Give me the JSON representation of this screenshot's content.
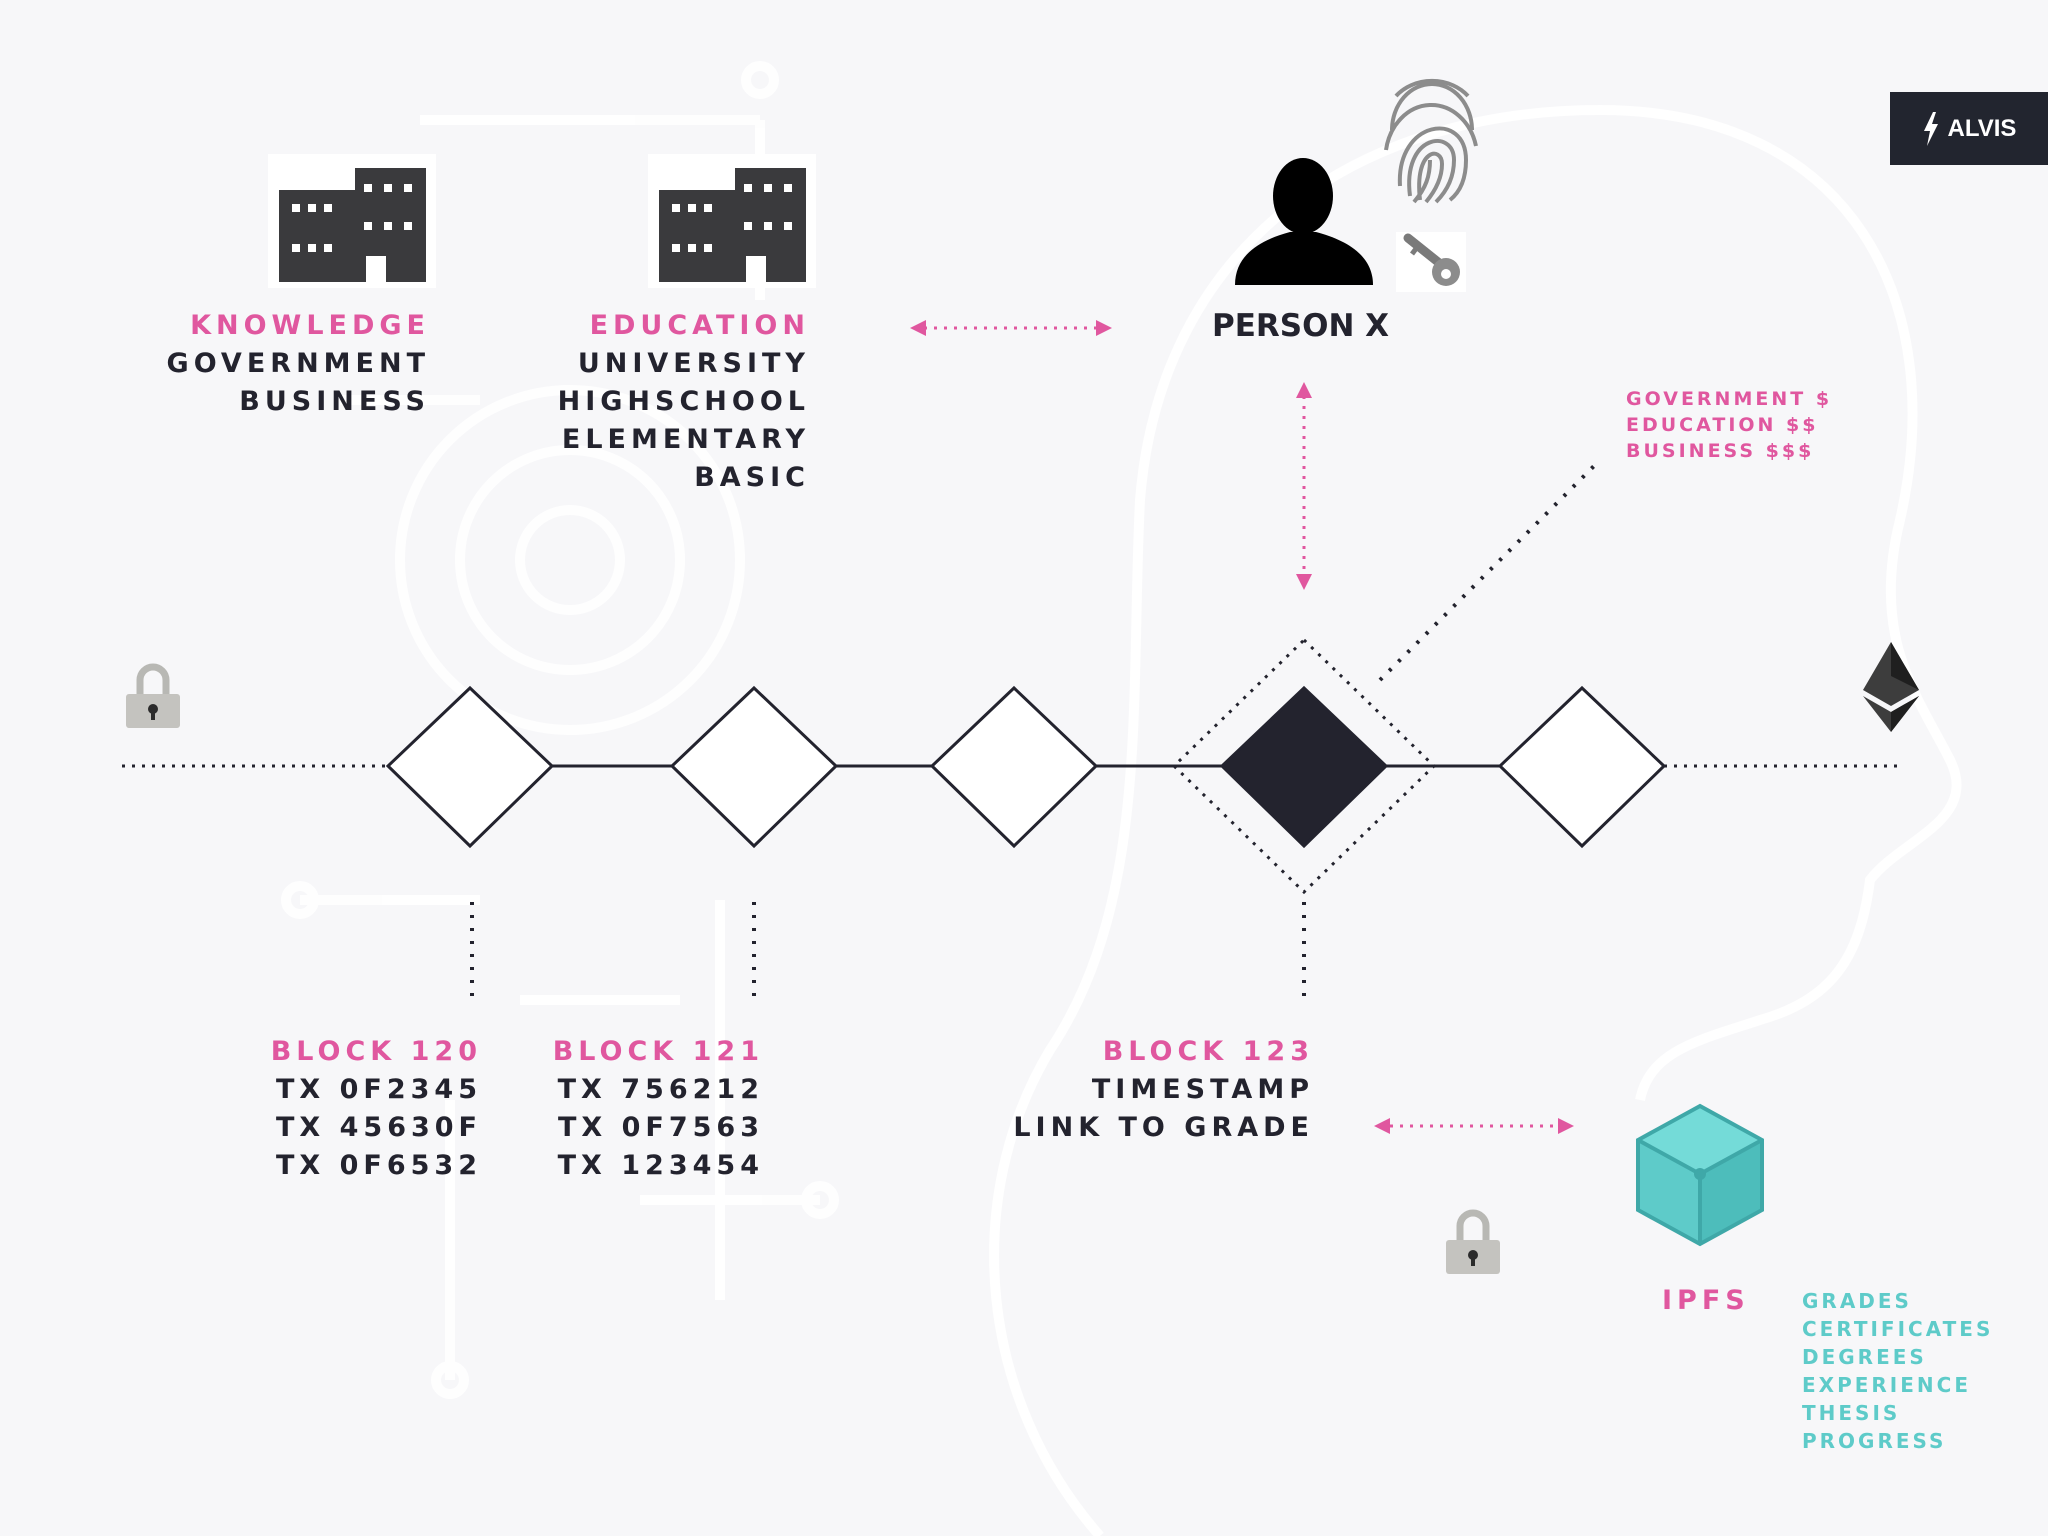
{
  "brand": {
    "label": "ALVIS",
    "background": "#22252f"
  },
  "colors": {
    "accent": "#e0579f",
    "text": "#23232e",
    "ipfs": "#5ecbc9",
    "active_block": "#23232e"
  },
  "knowledge": {
    "title": "KNOWLEDGE",
    "items": [
      "GOVERNMENT",
      "BUSINESS"
    ]
  },
  "education": {
    "title": "EDUCATION",
    "items": [
      "UNIVERSITY",
      "HIGHSCHOOL",
      "ELEMENTARY",
      "BASIC"
    ]
  },
  "person": {
    "label": "PERSON X"
  },
  "funding": {
    "items": [
      "GOVERNMENT $",
      "EDUCATION $$",
      "BUSINESS $$$"
    ]
  },
  "blocks": [
    {
      "title": "BLOCK 120",
      "lines": [
        "TX 0F2345",
        "TX 45630F",
        "TX 0F6532"
      ]
    },
    {
      "title": "BLOCK 121",
      "lines": [
        "TX 756212",
        "TX 0F7563",
        "TX 123454"
      ]
    },
    {
      "title": "BLOCK 123",
      "lines": [
        "TIMESTAMP",
        "LINK TO GRADE"
      ]
    }
  ],
  "ipfs": {
    "label": "IPFS",
    "items": [
      "GRADES",
      "CERTIFICATES",
      "DEGREES",
      "EXPERIENCE",
      "THESIS",
      "PROGRESS"
    ]
  },
  "icons": [
    "building-icon",
    "person-icon",
    "fingerprint-icon",
    "key-icon",
    "padlock-icon",
    "ethereum-icon",
    "ipfs-cube-icon",
    "bolt-icon"
  ]
}
